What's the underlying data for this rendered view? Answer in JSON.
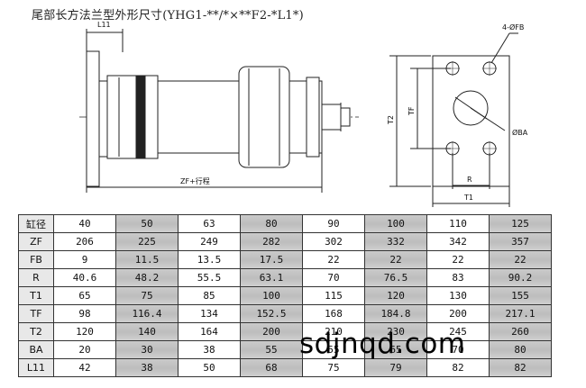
{
  "title": "尾部长方法兰型外形尺寸(YHG1-**/*×**F2-*L1*)",
  "drawing_labels": {
    "l11": "L11",
    "zf_stroke": "ZF+行程",
    "fb_holes": "4-ØFB",
    "t2": "T2",
    "tf": "TF",
    "ba": "ØBA",
    "r": "R",
    "t1": "T1"
  },
  "table": {
    "rows": [
      {
        "label": "缸径",
        "values": [
          "40",
          "50",
          "63",
          "80",
          "90",
          "100",
          "110",
          "125"
        ]
      },
      {
        "label": "ZF",
        "values": [
          "206",
          "225",
          "249",
          "282",
          "302",
          "332",
          "342",
          "357"
        ]
      },
      {
        "label": "FB",
        "values": [
          "9",
          "11.5",
          "13.5",
          "17.5",
          "22",
          "22",
          "22",
          "22"
        ]
      },
      {
        "label": "R",
        "values": [
          "40.6",
          "48.2",
          "55.5",
          "63.1",
          "70",
          "76.5",
          "83",
          "90.2"
        ]
      },
      {
        "label": "T1",
        "values": [
          "65",
          "75",
          "85",
          "100",
          "115",
          "120",
          "130",
          "155"
        ]
      },
      {
        "label": "TF",
        "values": [
          "98",
          "116.4",
          "134",
          "152.5",
          "168",
          "184.8",
          "200",
          "217.1"
        ]
      },
      {
        "label": "T2",
        "values": [
          "120",
          "140",
          "164",
          "200",
          "210",
          "230",
          "245",
          "260"
        ]
      },
      {
        "label": "BA",
        "values": [
          "20",
          "30",
          "38",
          "55",
          "55",
          "65",
          "70",
          "80"
        ]
      },
      {
        "label": "L11",
        "values": [
          "42",
          "38",
          "50",
          "68",
          "75",
          "79",
          "82",
          "82"
        ]
      }
    ]
  },
  "watermark": "sdjnqd.com"
}
